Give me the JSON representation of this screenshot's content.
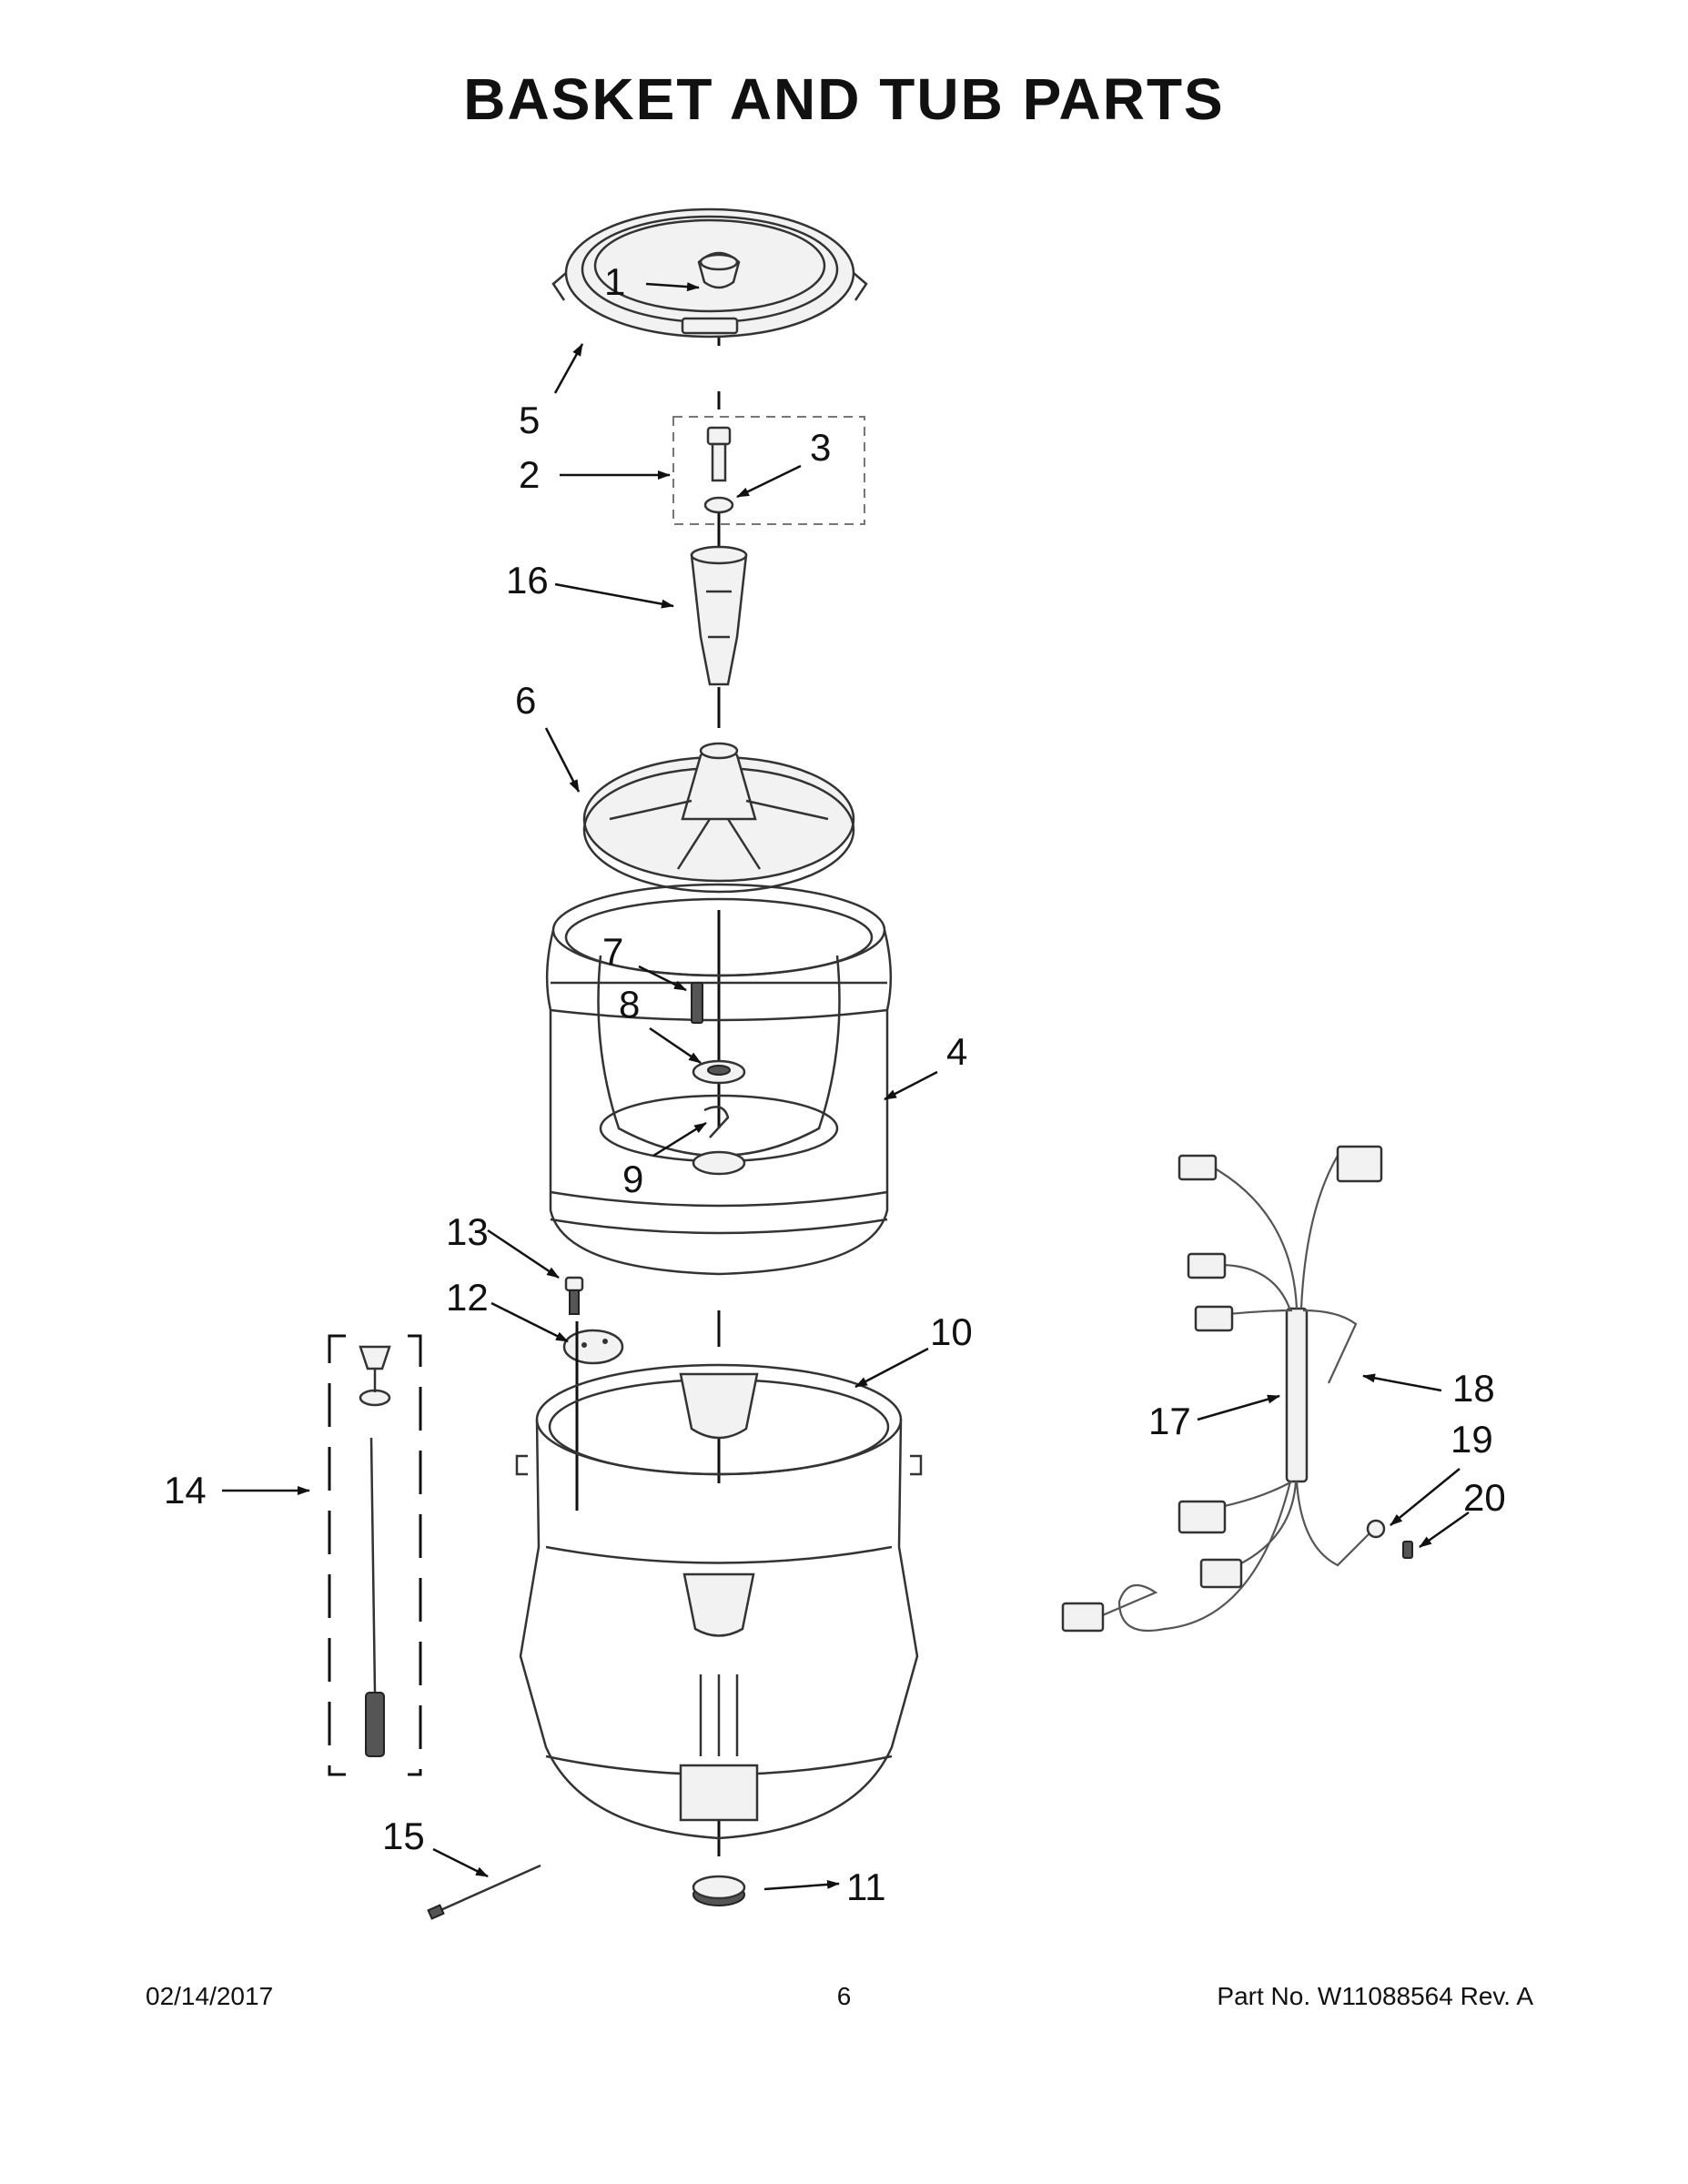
{
  "page": {
    "title": "BASKET AND TUB PARTS",
    "footer": {
      "date": "02/14/2017",
      "page_number": "6",
      "part_number": "Part No.  W11088564  Rev.  A"
    }
  },
  "callouts": {
    "c1": "1",
    "c2": "2",
    "c3": "3",
    "c4": "4",
    "c5": "5",
    "c6": "6",
    "c7": "7",
    "c8": "8",
    "c9": "9",
    "c10": "10",
    "c11": "11",
    "c12": "12",
    "c13": "13",
    "c14": "14",
    "c15": "15",
    "c16": "16",
    "c17": "17",
    "c18": "18",
    "c19": "19",
    "c20": "20"
  }
}
